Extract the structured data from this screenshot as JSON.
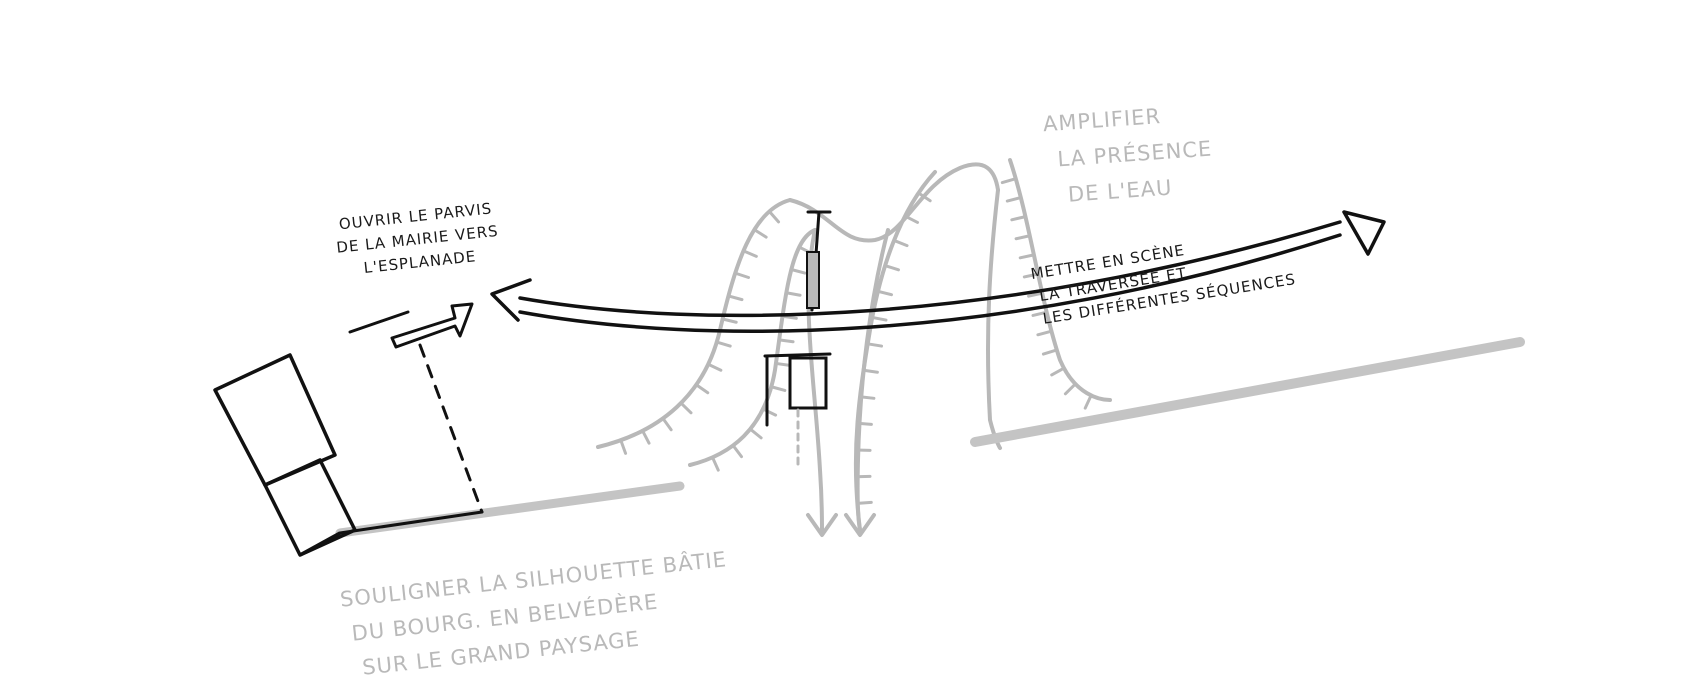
{
  "colors": {
    "ink": "#111111",
    "grey_ink": "#b8b8b8",
    "grey_ground": "#c4c4c4",
    "background": "#ffffff"
  },
  "labels": {
    "ouvrir": {
      "line1": "Ouvrir le parvis",
      "line2": "de la mairie vers",
      "line3": "l'esplanade"
    },
    "mettre": {
      "line1": "Mettre en scène",
      "line2": "la traversée et",
      "line3": "les différentes séquences"
    },
    "amplifier": {
      "line1": "Amplifier",
      "line2": "la présence",
      "line3": "de l'eau"
    },
    "souligner": {
      "line1": "Souligner la silhouette bâtie",
      "line2": "du bourg. en belvédère",
      "line3": "sur le grand paysage"
    }
  }
}
